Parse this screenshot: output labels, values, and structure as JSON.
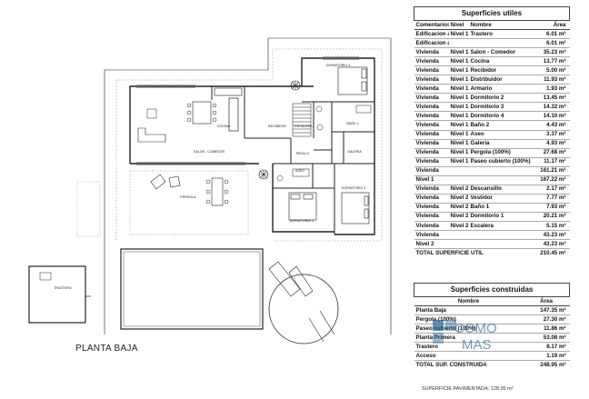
{
  "plan": {
    "caption": "PLANTA BAJA",
    "rooms": {
      "dormitorio4": "DORMITORIO 4",
      "cocina": "COCINA",
      "escalera": "ESCALERA",
      "bano2": "BAÑO 2",
      "recibidor": "RECIBIDOR",
      "salon": "SALON - COMEDOR",
      "pasillo": "PASILLO",
      "galeria": "GALERIA",
      "aseo": "ASEO",
      "dormitorio3": "DORMITORIO 3",
      "pergola": "PERGOLA",
      "dormitorio2": "DORMITORIO 2",
      "trastero": "TRASTERO"
    }
  },
  "table1": {
    "title": "Superficies utiles",
    "headers": [
      "Comentarios",
      "Nivel",
      "Nombre",
      "Área"
    ],
    "rows": [
      {
        "c": "Edificacion auxiliar",
        "n": "Nivel 1",
        "name": "Trastero",
        "a": "6.01 m²"
      },
      {
        "c": "Edificacion auxiliar",
        "n": "",
        "name": "",
        "a": "6.01 m²"
      },
      {
        "c": "Vivienda",
        "n": "Nivel 1",
        "name": "Salon - Comedor",
        "a": "35.23 m²"
      },
      {
        "c": "Vivienda",
        "n": "Nivel 1",
        "name": "Cocina",
        "a": "13.77 m²"
      },
      {
        "c": "Vivienda",
        "n": "Nivel 1",
        "name": "Recibidor",
        "a": "5.00 m²"
      },
      {
        "c": "Vivienda",
        "n": "Nivel 1",
        "name": "Distribuidor",
        "a": "11.93 m²"
      },
      {
        "c": "Vivienda",
        "n": "Nivel 1",
        "name": "Armario",
        "a": "1.93 m²"
      },
      {
        "c": "Vivienda",
        "n": "Nivel 1",
        "name": "Dormitorio 2",
        "a": "13.45 m²"
      },
      {
        "c": "Vivienda",
        "n": "Nivel 1",
        "name": "Dormitorio 3",
        "a": "14.32 m²"
      },
      {
        "c": "Vivienda",
        "n": "Nivel 1",
        "name": "Dormitorio 4",
        "a": "14.10 m²"
      },
      {
        "c": "Vivienda",
        "n": "Nivel 1",
        "name": "Baño 2",
        "a": "4.43 m²"
      },
      {
        "c": "Vivienda",
        "n": "Nivel 1",
        "name": "Aseo",
        "a": "3.37 m²"
      },
      {
        "c": "Vivienda",
        "n": "Nivel 1",
        "name": "Galeria",
        "a": "4.93 m²"
      },
      {
        "c": "Vivienda",
        "n": "Nivel 1",
        "name": "Pergola (100%)",
        "a": "27.68 m²"
      },
      {
        "c": "Vivienda",
        "n": "Nivel 1",
        "name": "Paseo cubierto (100%)",
        "a": "11.17 m²"
      },
      {
        "c": "Vivienda",
        "n": "",
        "name": "",
        "a": "161.21 m²"
      },
      {
        "c": "Nivel 1",
        "n": "",
        "name": "",
        "a": "167.22 m²"
      },
      {
        "c": "Vivienda",
        "n": "Nivel 2",
        "name": "Descansillo",
        "a": "2.17 m²"
      },
      {
        "c": "Vivienda",
        "n": "Nivel 2",
        "name": "Vestidor",
        "a": "7.77 m²"
      },
      {
        "c": "Vivienda",
        "n": "Nivel 2",
        "name": "Baño 1",
        "a": "7.93 m²"
      },
      {
        "c": "Vivienda",
        "n": "Nivel 2",
        "name": "Dormitorio 1",
        "a": "20.21 m²"
      },
      {
        "c": "Vivienda",
        "n": "Nivel 2",
        "name": "Escalera",
        "a": "5.15 m²"
      },
      {
        "c": "Vivienda",
        "n": "",
        "name": "",
        "a": "43.23 m²"
      },
      {
        "c": "Nivel 2",
        "n": "",
        "name": "",
        "a": "43.23 m²"
      }
    ],
    "total_label": "TOTAL SUPERFICIE UTIL",
    "total_value": "210.45 m²"
  },
  "table2": {
    "title": "Superficies construidas",
    "headers": [
      "Nombre",
      "Área"
    ],
    "rows": [
      {
        "name": "Planta Baja",
        "a": "147.35 m²"
      },
      {
        "name": "Pergola (100%)",
        "a": "27.30 m²"
      },
      {
        "name": "Paseo cubierto (100%)",
        "a": "11.86 m²"
      },
      {
        "name": "Planta Primera",
        "a": "53.08 m²"
      },
      {
        "name": "Trastero",
        "a": "8.17 m²"
      },
      {
        "name": "Acceso",
        "a": "1.19 m²"
      }
    ],
    "total_label": "TOTAL SUP. CONSTRUIDA",
    "total_value": "248.95 m²"
  },
  "footer_note": "SUPERFICIE PAVIMENTADA: 128.05 m²",
  "watermark": {
    "line1": "COMO",
    "line2": "MAS"
  },
  "colors": {
    "lines": "#222222",
    "watermark": "#1f5f8b"
  }
}
